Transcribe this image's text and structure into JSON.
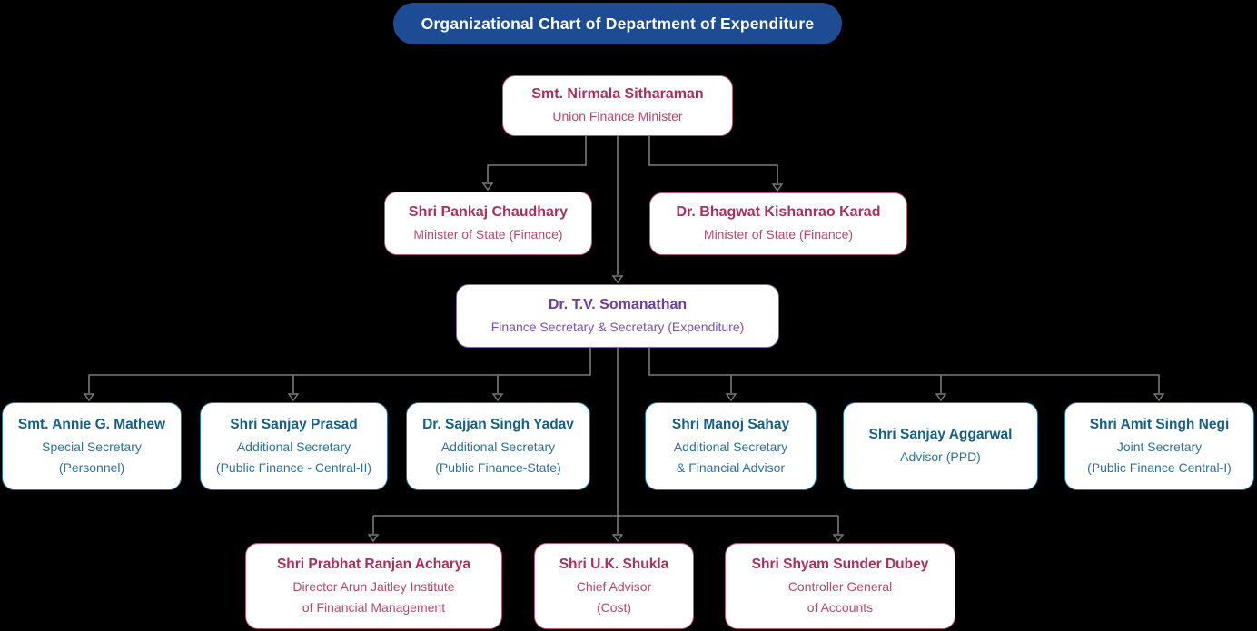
{
  "title": {
    "text": "Organizational Chart of Department of Expenditure",
    "bg_color": "#1d4b94",
    "text_color": "#ffffff"
  },
  "theme": {
    "background": "#000000",
    "connector_color": "#7a7a7a",
    "node_background": "#ffffff",
    "crimson": {
      "border": "#c05578",
      "name": "#a93058",
      "role": "#b14b69"
    },
    "purple": {
      "border": "#8a63b3",
      "name": "#6f3da0",
      "role": "#7b52a8"
    },
    "teal": {
      "border": "#1d79a0",
      "name": "#145f88",
      "role": "#2b7296"
    }
  },
  "nodes": [
    {
      "id": "nirmala-sitharaman",
      "name": "Smt. Nirmala Sitharaman",
      "role_line1": "Union Finance Minister",
      "role_line2": "",
      "theme": "crimson"
    },
    {
      "id": "pankaj-chaudhary",
      "name": "Shri Pankaj Chaudhary",
      "role_line1": "Minister of State (Finance)",
      "role_line2": "",
      "theme": "crimson"
    },
    {
      "id": "bhagwat-karad",
      "name": "Dr. Bhagwat Kishanrao Karad",
      "role_line1": "Minister of State (Finance)",
      "role_line2": "",
      "theme": "crimson"
    },
    {
      "id": "tv-somanathan",
      "name": "Dr. T.V. Somanathan",
      "role_line1": "Finance Secretary & Secretary (Expenditure)",
      "role_line2": "",
      "theme": "purple"
    },
    {
      "id": "annie-mathew",
      "name": "Smt. Annie G. Mathew",
      "role_line1": "Special Secretary",
      "role_line2": "(Personnel)",
      "theme": "teal"
    },
    {
      "id": "sanjay-prasad",
      "name": "Shri Sanjay Prasad",
      "role_line1": "Additional Secretary",
      "role_line2": "(Public Finance - Central-II)",
      "theme": "teal"
    },
    {
      "id": "sajjan-singh-yadav",
      "name": "Dr. Sajjan Singh Yadav",
      "role_line1": "Additional Secretary",
      "role_line2": "(Public Finance-State)",
      "theme": "teal"
    },
    {
      "id": "manoj-sahay",
      "name": "Shri Manoj Sahay",
      "role_line1": "Additional Secretary",
      "role_line2": "& Financial Advisor",
      "theme": "teal"
    },
    {
      "id": "sanjay-aggarwal",
      "name": "Shri Sanjay Aggarwal",
      "role_line1": "Advisor (PPD)",
      "role_line2": "",
      "theme": "teal"
    },
    {
      "id": "amit-singh-negi",
      "name": "Shri Amit Singh Negi",
      "role_line1": "Joint Secretary",
      "role_line2": "(Public Finance Central-I)",
      "theme": "teal"
    },
    {
      "id": "prabhat-ranjan-acharya",
      "name": "Shri Prabhat Ranjan Acharya",
      "role_line1": "Director Arun Jaitley Institute",
      "role_line2": "of Financial Management",
      "theme": "crimson"
    },
    {
      "id": "uk-shukla",
      "name": "Shri U.K. Shukla",
      "role_line1": "Chief Advisor",
      "role_line2": "(Cost)",
      "theme": "crimson"
    },
    {
      "id": "shyam-sunder-dubey",
      "name": "Shri Shyam Sunder Dubey",
      "role_line1": "Controller General",
      "role_line2": "of Accounts",
      "theme": "crimson"
    }
  ]
}
